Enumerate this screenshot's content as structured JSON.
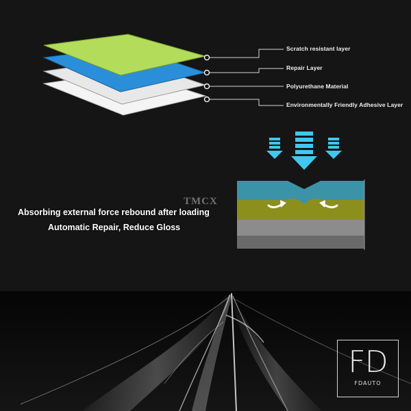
{
  "layers_diagram": {
    "labels": [
      "Scratch resistant layer",
      "Repair Layer",
      "Polyurethane Material",
      "Environmentally Friendly Adhesive Layer"
    ],
    "colors": {
      "scratch_layer": "#b3dc5a",
      "repair_layer": "#2a8fd8",
      "polyurethane_layer": "#e8e8e8",
      "adhesive_layer": "#f4f4f4"
    }
  },
  "repair_diagram": {
    "caption_line1": "Absorbing external force rebound after loading",
    "caption_line2": "Automatic Repair, Reduce Gloss",
    "watermark": "TMCX",
    "colors": {
      "arrows": "#3ec8f0",
      "top_layer": "#3b93a8",
      "middle_layer": "#8d8f1c",
      "base_layer_light": "#8c8c8c",
      "base_layer_dark": "#6a6a6a"
    }
  },
  "brand": {
    "logo_mark": "FD",
    "logo_text": "FDAUTO"
  }
}
